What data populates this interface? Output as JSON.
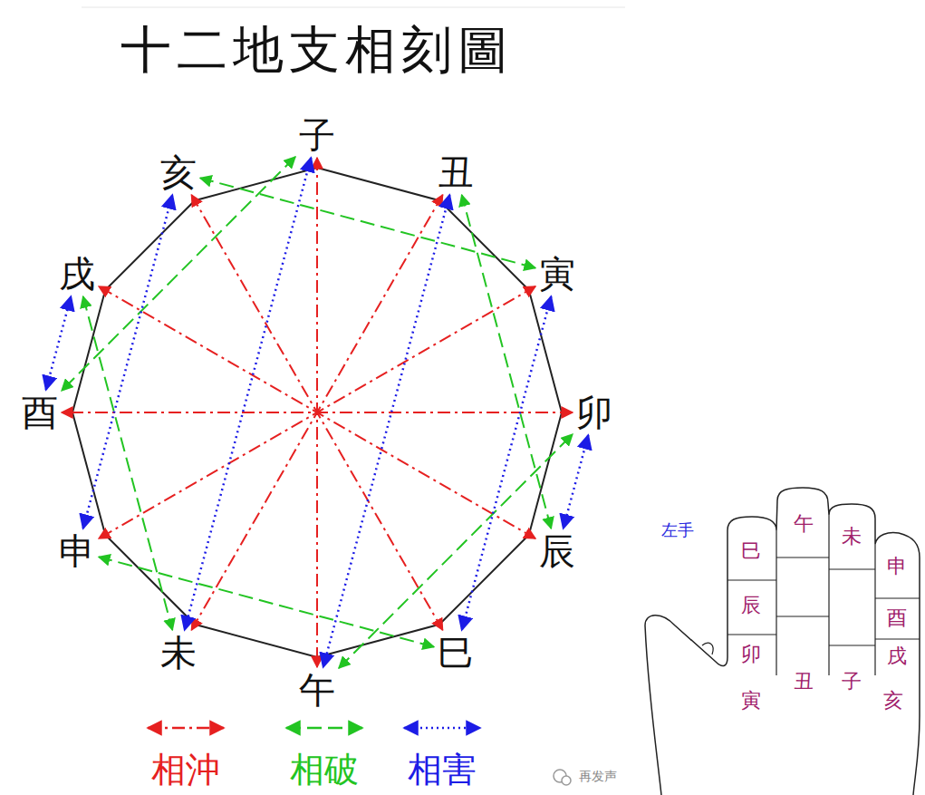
{
  "diagram": {
    "title": "十二地支相刻圖",
    "nodes": [
      {
        "text": [
          "子"
        ]
      },
      {
        "text": [
          "丑"
        ]
      },
      {
        "text": [
          "寅"
        ]
      },
      {
        "text": [
          "卯"
        ]
      },
      {
        "text": [
          "辰"
        ]
      },
      {
        "text": [
          "巳"
        ]
      },
      {
        "text": [
          "午"
        ]
      },
      {
        "text": [
          "未"
        ]
      },
      {
        "text": [
          "申"
        ]
      },
      {
        "text": [
          "酉"
        ]
      },
      {
        "text": [
          "戌"
        ]
      },
      {
        "text": [
          "亥"
        ]
      }
    ],
    "edges": [
      {
        "from": 0,
        "to": 6,
        "arrow": "both"
      },
      {
        "from": 1,
        "to": 7,
        "arrow": "both"
      },
      {
        "from": 2,
        "to": 8,
        "arrow": "both"
      },
      {
        "from": 3,
        "to": 9,
        "arrow": "both"
      },
      {
        "from": 4,
        "to": 10,
        "arrow": "both"
      },
      {
        "from": 5,
        "to": 11,
        "arrow": "both"
      },
      {
        "from": 0,
        "to": 9,
        "arrow": "both"
      },
      {
        "from": 6,
        "to": 3,
        "arrow": "both"
      },
      {
        "from": 5,
        "to": 8,
        "arrow": "both"
      },
      {
        "from": 2,
        "to": 11,
        "arrow": "both"
      },
      {
        "from": 4,
        "to": 1,
        "arrow": "both"
      },
      {
        "from": 10,
        "to": 7,
        "arrow": "both"
      },
      {
        "from": 0,
        "to": 7,
        "arrow": "both"
      },
      {
        "from": 1,
        "to": 6,
        "arrow": "both"
      },
      {
        "from": 2,
        "to": 5,
        "arrow": "both"
      },
      {
        "from": 3,
        "to": 4,
        "arrow": "both"
      },
      {
        "from": 8,
        "to": 11,
        "arrow": "both"
      },
      {
        "from": 9,
        "to": 10,
        "arrow": "both"
      }
    ],
    "labels": [
      "左手",
      "巳",
      "辰",
      "卯",
      "寅",
      "午",
      "丑",
      "未",
      "子",
      "申",
      "酉",
      "戌",
      "亥",
      "再发声"
    ],
    "legend": [
      {
        "text": "相沖"
      },
      {
        "text": "相破"
      },
      {
        "text": "相害"
      }
    ]
  }
}
